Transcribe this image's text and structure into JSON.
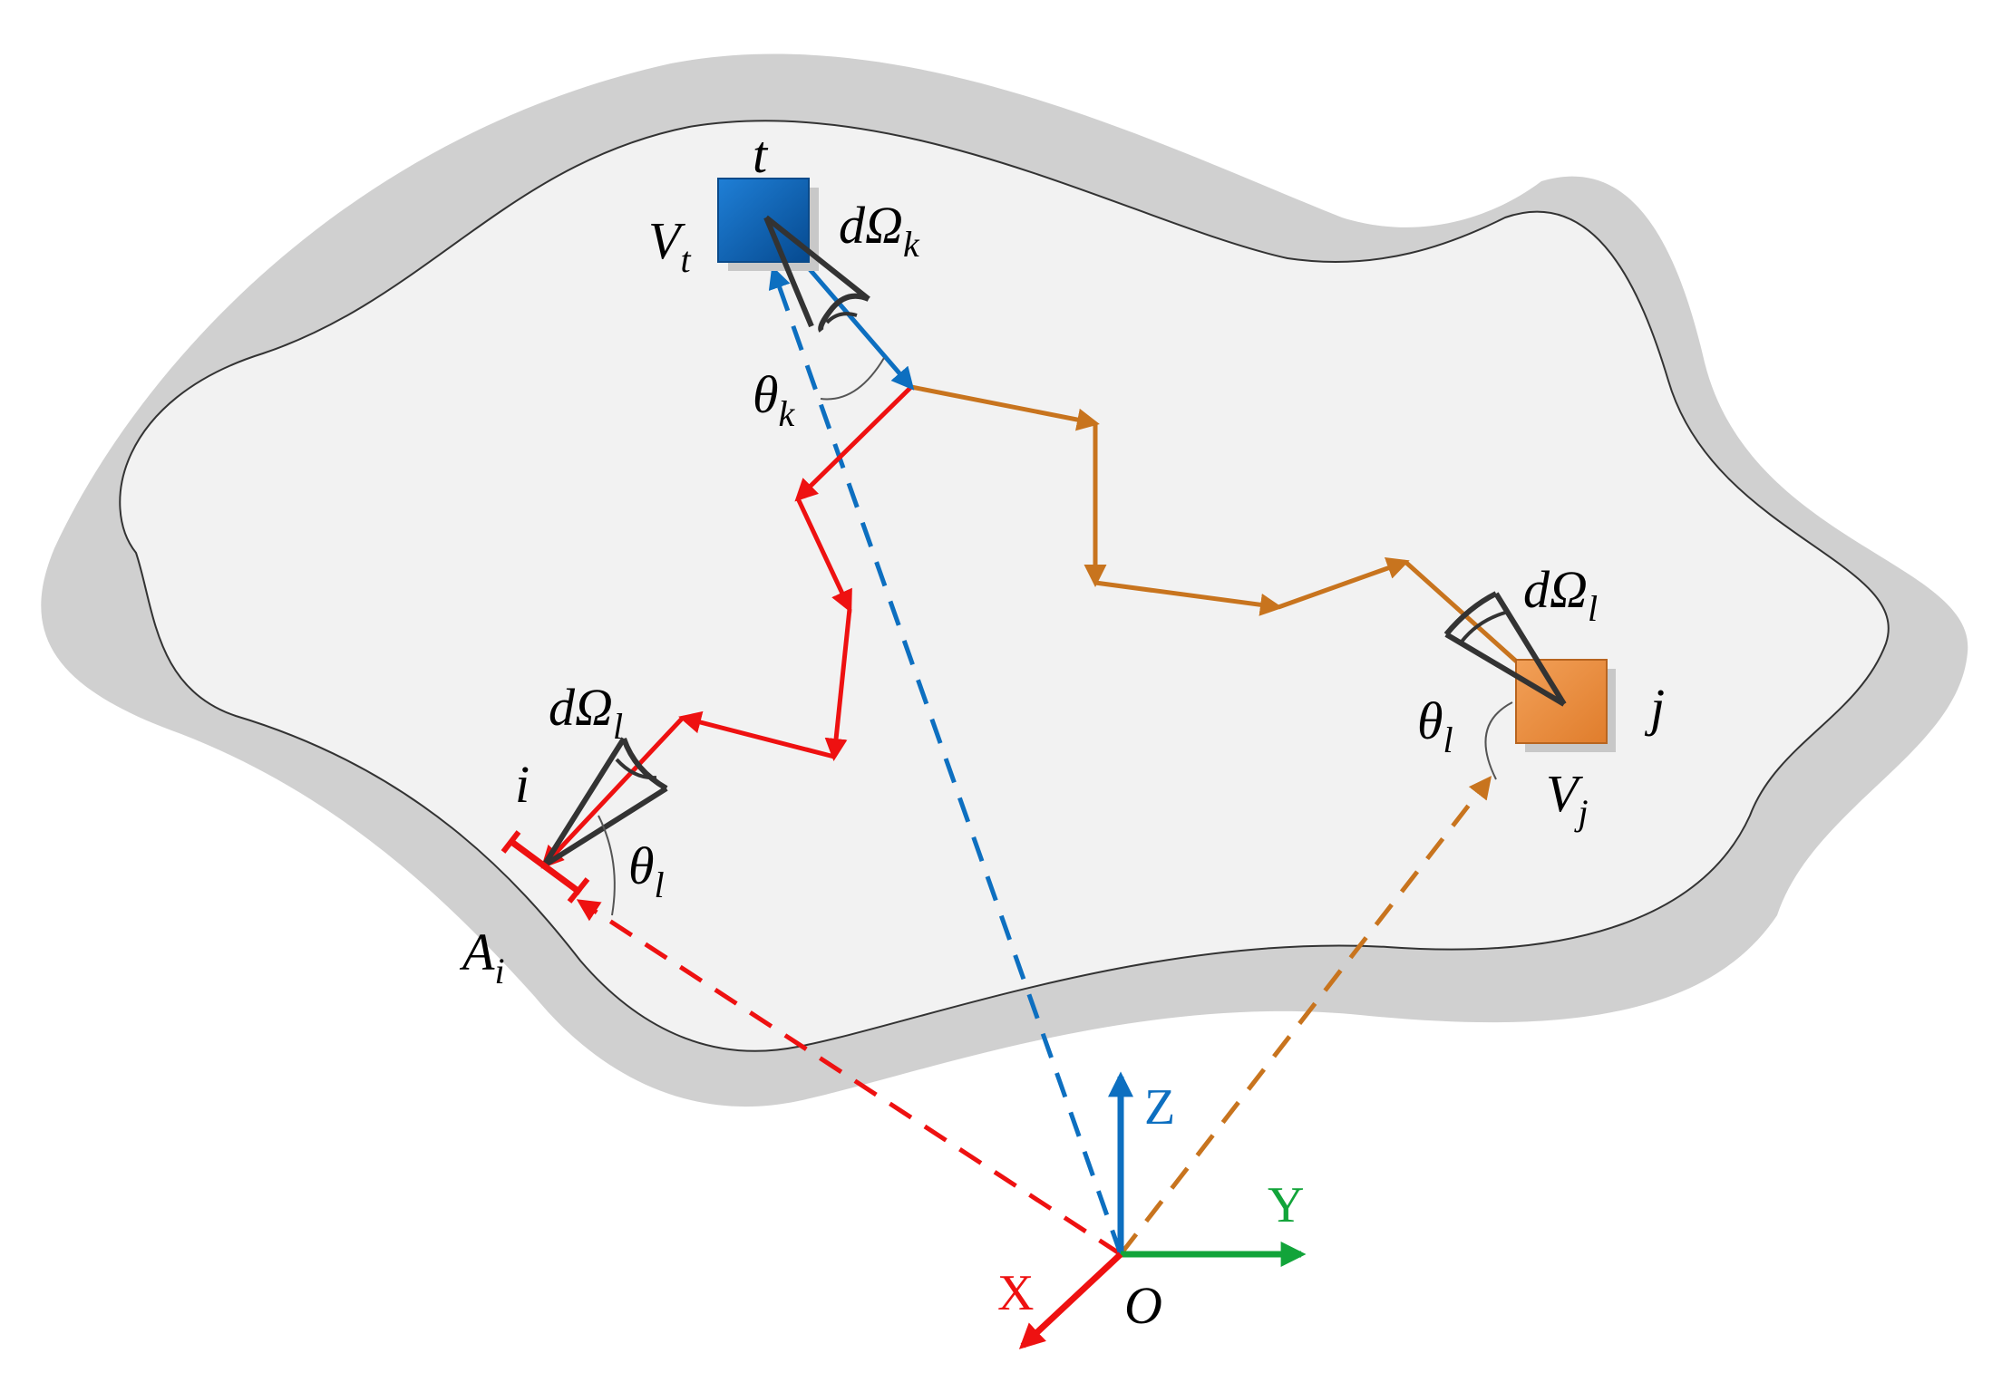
{
  "labels": {
    "t": "t",
    "Vt_main": "V",
    "Vt_sub": "t",
    "dOk_main": "dΩ",
    "dOk_sub": "k",
    "thk_main": "θ",
    "thk_sub": "k",
    "dOl_left_main": "dΩ",
    "dOl_left_sub": "l",
    "i": "i",
    "thl_left_main": "θ",
    "thl_left_sub": "l",
    "Ai_main": "A",
    "Ai_sub": "i",
    "dOl_right_main": "dΩ",
    "dOl_right_sub": "l",
    "thl_right_main": "θ",
    "thl_right_sub": "l",
    "j": "j",
    "Vj_main": "V",
    "Vj_sub": "j",
    "axis_z": "Z",
    "axis_y": "Y",
    "axis_x": "X",
    "origin": "O"
  },
  "colors": {
    "blue": "#0d6fc0",
    "orange": "#c8741e",
    "red": "#ee1111",
    "green": "#12a43a",
    "boundary_fill": "#d0d0d0",
    "interior_fill": "#f2f2f2",
    "volume_t": "#0a5aa8",
    "volume_j": "#e8893a"
  },
  "icons": {
    "volume_t": "blue-square-volume",
    "volume_j": "orange-square-volume",
    "cone": "solid-angle-cone"
  }
}
